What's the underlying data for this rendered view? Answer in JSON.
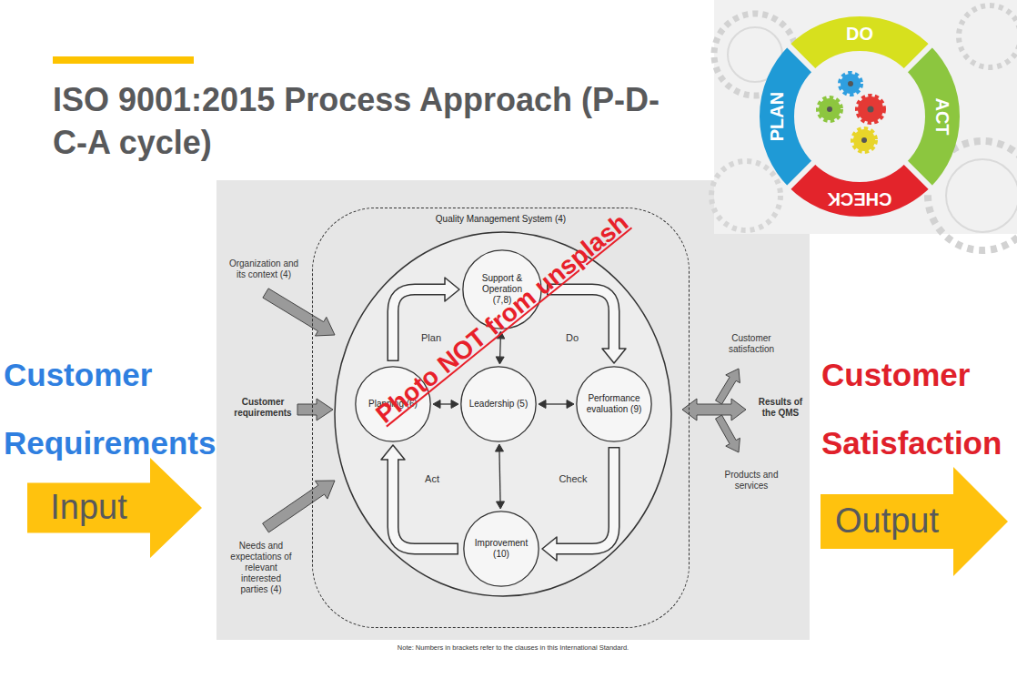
{
  "diagram": {
    "title": "ISO 9001:2015 Process Approach (P-D-C-A cycle)",
    "nodes": [
      {
        "text": [
          "Quality Management System (4)"
        ]
      },
      {
        "text": [
          "Support & Operation (7,8)"
        ],
        "in": 0
      },
      {
        "text": [
          "Planning (6)"
        ],
        "in": 0
      },
      {
        "text": [
          "Leadership (5)"
        ],
        "in": 0
      },
      {
        "text": [
          "Performance evaluation (9)"
        ],
        "in": 0
      },
      {
        "text": [
          "Improvement (10)"
        ],
        "in": 0
      },
      {
        "text": [
          "Input"
        ]
      },
      {
        "text": [
          "Output"
        ]
      }
    ],
    "edges": [
      {
        "from": 3,
        "to": 1,
        "arrow": "both"
      },
      {
        "from": 3,
        "to": 2,
        "arrow": "both"
      },
      {
        "from": 3,
        "to": 4,
        "arrow": "both"
      },
      {
        "from": 3,
        "to": 5,
        "arrow": "both"
      },
      {
        "from": 2,
        "to": 1,
        "arrow": "to"
      },
      {
        "from": 1,
        "to": 4,
        "arrow": "to"
      },
      {
        "from": 4,
        "to": 5,
        "arrow": "to"
      },
      {
        "from": 5,
        "to": 2,
        "arrow": "to"
      }
    ],
    "labels": [
      "Plan",
      "Do",
      "Check",
      "Act",
      "Organization and its context (4)",
      "Customer requirements",
      "Needs and expectations of relevant interested parties (4)",
      "Customer satisfaction",
      "Results of the QMS",
      "Products and services",
      "Note: Numbers in brackets refer to the clauses in this International Standard.",
      "Customer Requirements",
      "Customer Satisfaction",
      "DO",
      "ACT",
      "CHECK",
      "PLAN",
      "Photo NOT from unsplash"
    ]
  }
}
